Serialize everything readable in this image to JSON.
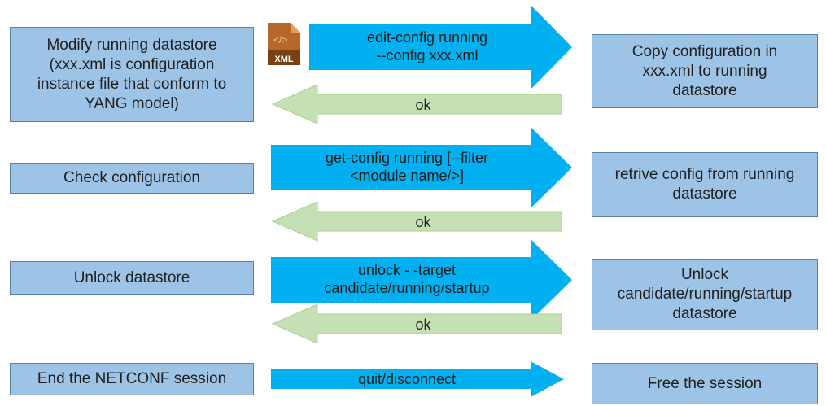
{
  "colors": {
    "box_fill": "#9dc3e6",
    "request_arrow": "#00b0f0",
    "response_arrow": "#c5e0b4"
  },
  "icon": {
    "name": "xml-file-icon",
    "label": "XML"
  },
  "rows": [
    {
      "left": "Modify running datastore\n(xxx.xml is configuration\ninstance file that conform to\nYANG model)",
      "request": "edit-config running\n--config xxx.xml",
      "response": "ok",
      "right": "Copy configuration in\nxxx.xml to running\ndatastore"
    },
    {
      "left": "Check configuration",
      "request": "get-config running [--filter\n<module name/>]",
      "response": "ok",
      "right": "retrive config from running\ndatastore"
    },
    {
      "left": "Unlock datastore",
      "request": "unlock - -target\ncandidate/running/startup",
      "response": "ok",
      "right": "Unlock\ncandidate/running/startup\ndatastore"
    },
    {
      "left": "End the NETCONF session",
      "request": "quit/disconnect",
      "right": "Free the session"
    }
  ]
}
